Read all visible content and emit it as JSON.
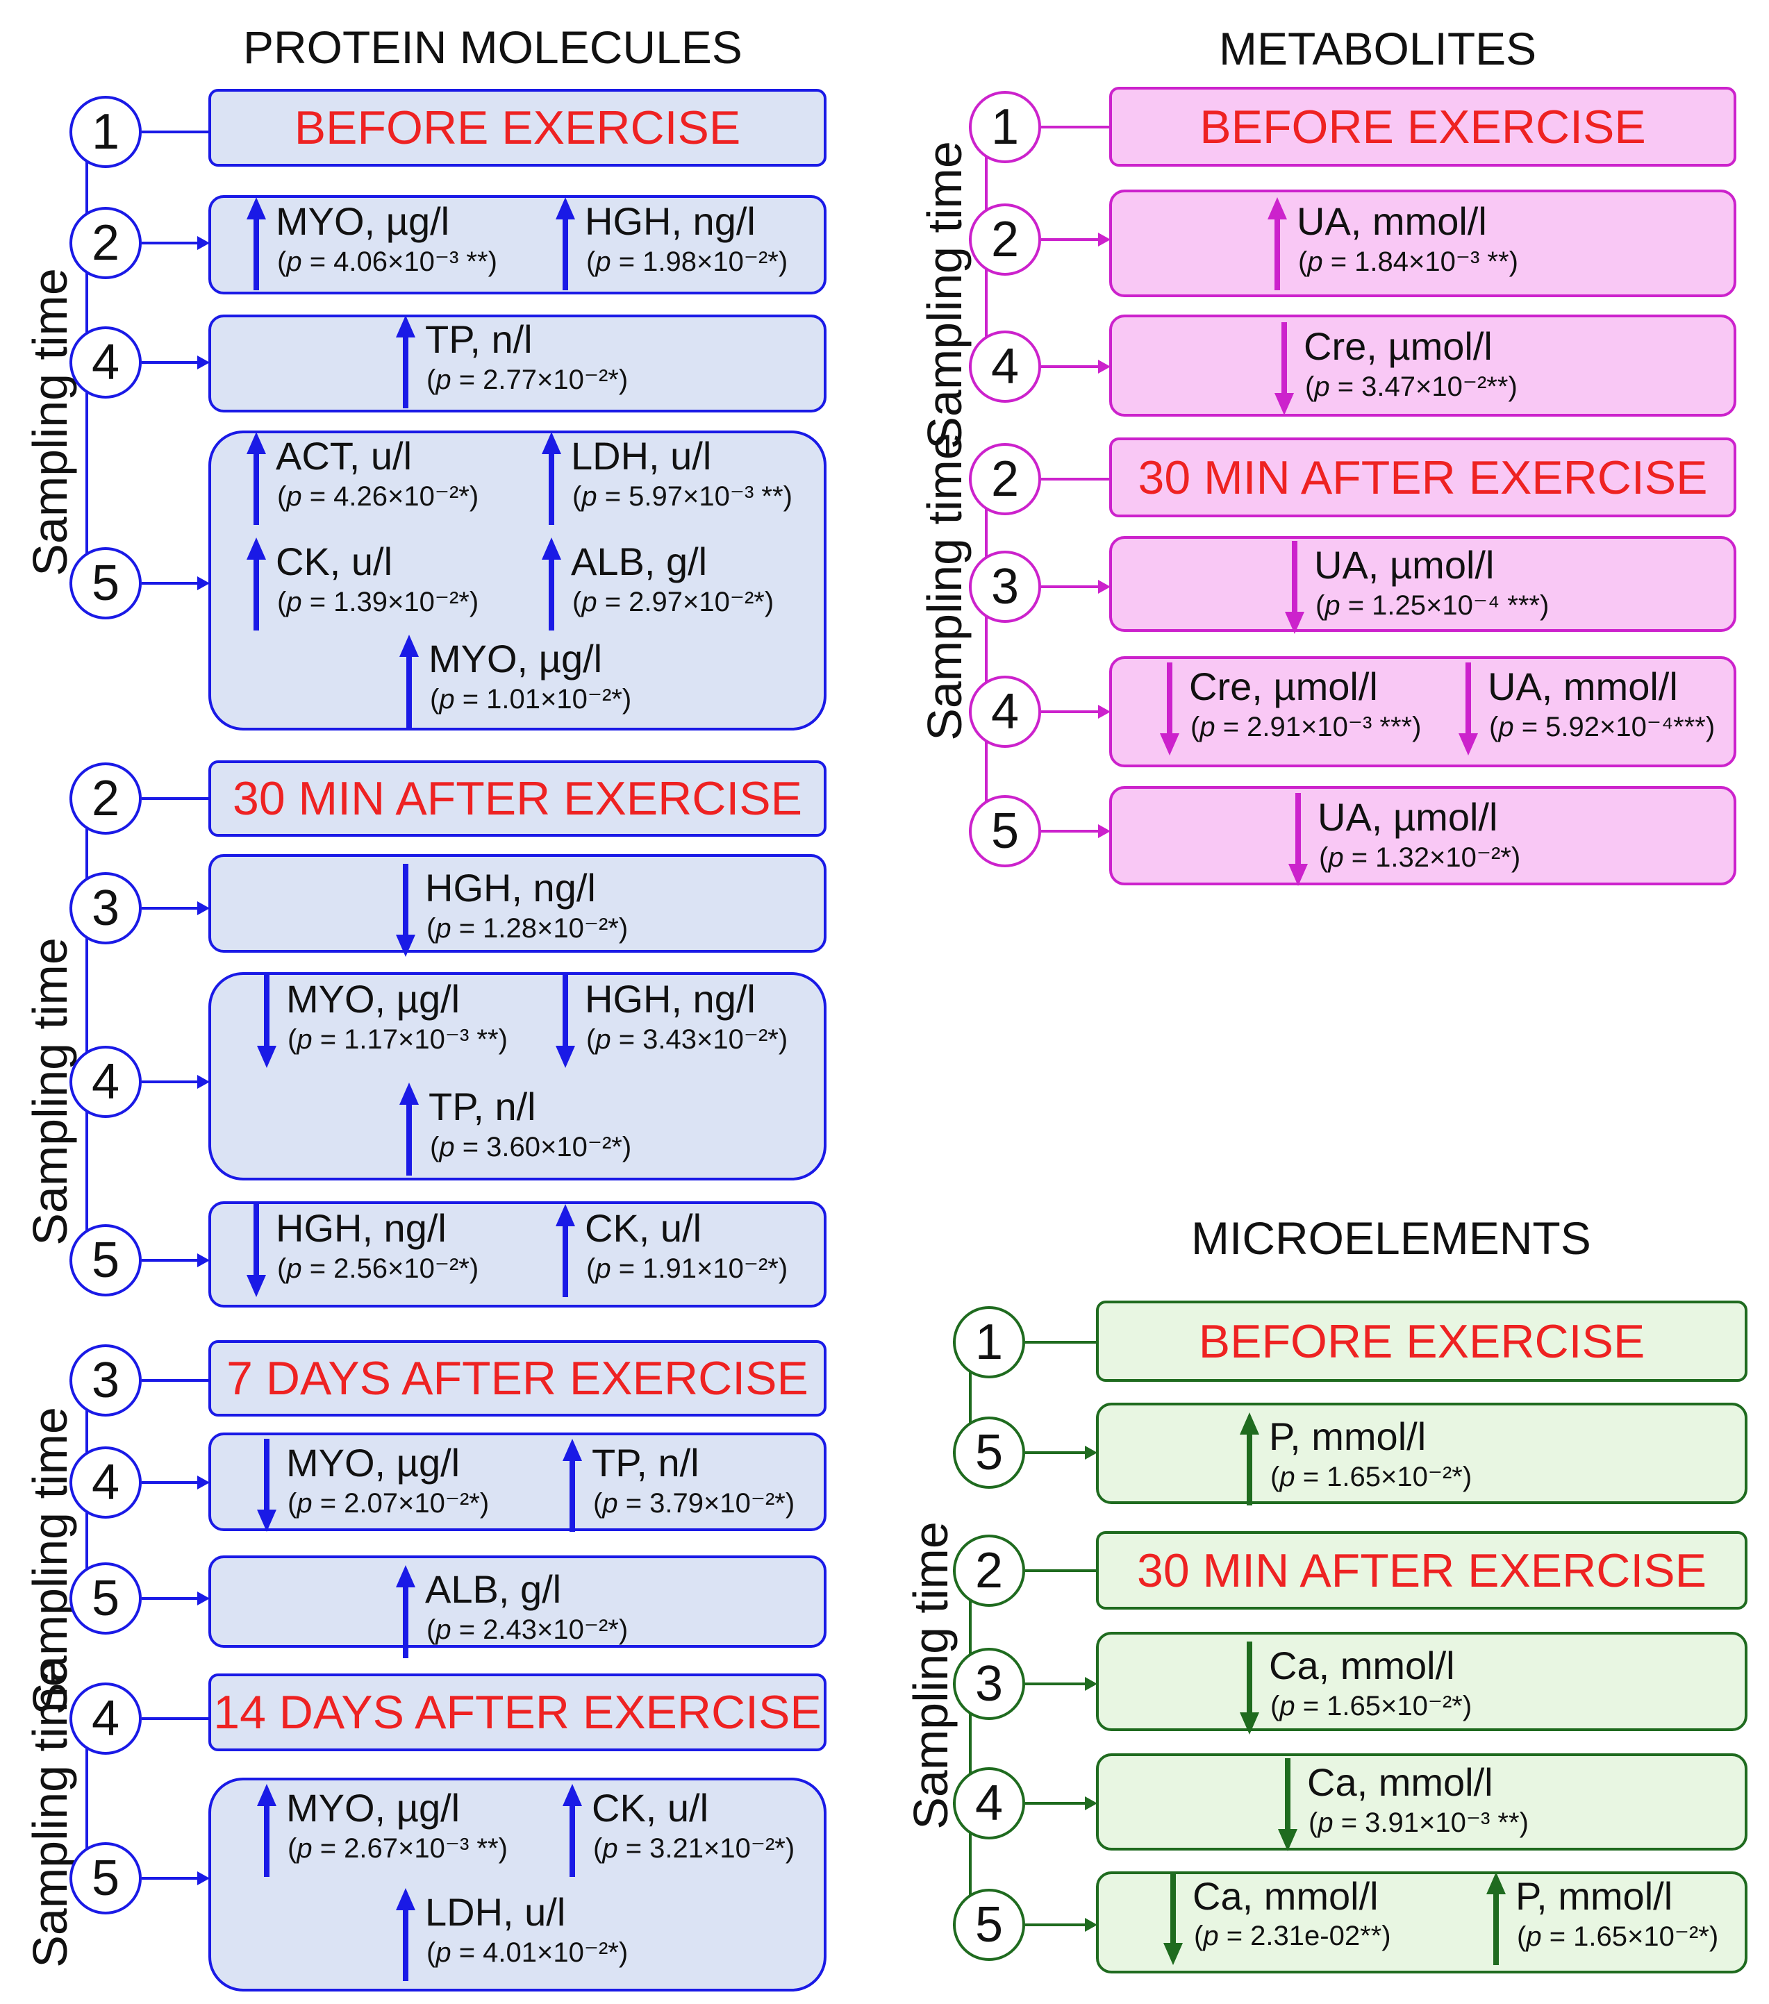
{
  "colors": {
    "protein": "#1a1ae6",
    "metabolites": "#cc22cc",
    "microelements": "#1f6b1f",
    "header_text": "#ee2222"
  },
  "sampling_label": "Sampling time",
  "panels": [
    {
      "title": "PROTEIN MOLECULES",
      "theme": "protein",
      "groups": [
        {
          "baseline": "1",
          "header": "BEFORE EXERCISE",
          "rows": [
            {
              "sample": "2",
              "items": [
                {
                  "dir": "up",
                  "name": "MYO, µg/l",
                  "p": "4.06×10⁻³ **"
                },
                {
                  "dir": "up",
                  "name": "HGH, ng/l",
                  "p": "1.98×10⁻²*"
                }
              ]
            },
            {
              "sample": "4",
              "items": [
                {
                  "dir": "up",
                  "name": "TP, n/l",
                  "p": "2.77×10⁻²*"
                }
              ]
            },
            {
              "sample": "5",
              "items": [
                {
                  "dir": "up",
                  "name": "ACT, u/l",
                  "p": "4.26×10⁻²*"
                },
                {
                  "dir": "up",
                  "name": "LDH, u/l",
                  "p": "5.97×10⁻³ **"
                },
                {
                  "dir": "up",
                  "name": "CK, u/l",
                  "p": "1.39×10⁻²*"
                },
                {
                  "dir": "up",
                  "name": "ALB, g/l",
                  "p": "2.97×10⁻²*"
                },
                {
                  "dir": "up",
                  "name": "MYO, µg/l",
                  "p": "1.01×10⁻²*"
                }
              ]
            }
          ]
        },
        {
          "baseline": "2",
          "header": "30 MIN AFTER EXERCISE",
          "rows": [
            {
              "sample": "3",
              "items": [
                {
                  "dir": "down",
                  "name": "HGH, ng/l",
                  "p": "1.28×10⁻²*"
                }
              ]
            },
            {
              "sample": "4",
              "items": [
                {
                  "dir": "down",
                  "name": "MYO, µg/l",
                  "p": "1.17×10⁻³ **"
                },
                {
                  "dir": "down",
                  "name": "HGH, ng/l",
                  "p": "3.43×10⁻²*"
                },
                {
                  "dir": "up",
                  "name": "TP, n/l",
                  "p": "3.60×10⁻²*"
                }
              ]
            },
            {
              "sample": "5",
              "items": [
                {
                  "dir": "down",
                  "name": "HGH, ng/l",
                  "p": "2.56×10⁻²*"
                },
                {
                  "dir": "up",
                  "name": "CK, u/l",
                  "p": "1.91×10⁻²*"
                }
              ]
            }
          ]
        },
        {
          "baseline": "3",
          "header": "7 DAYS AFTER EXERCISE",
          "rows": [
            {
              "sample": "4",
              "items": [
                {
                  "dir": "down",
                  "name": "MYO, µg/l",
                  "p": "2.07×10⁻²*"
                },
                {
                  "dir": "up",
                  "name": "TP, n/l",
                  "p": "3.79×10⁻²*"
                }
              ]
            },
            {
              "sample": "5",
              "items": [
                {
                  "dir": "up",
                  "name": "ALB, g/l",
                  "p": "2.43×10⁻²*"
                }
              ]
            }
          ]
        },
        {
          "baseline": "4",
          "header": "14 DAYS AFTER EXERCISE",
          "rows": [
            {
              "sample": "5",
              "items": [
                {
                  "dir": "up",
                  "name": "MYO, µg/l",
                  "p": "2.67×10⁻³ **"
                },
                {
                  "dir": "up",
                  "name": "CK, u/l",
                  "p": "3.21×10⁻²*"
                },
                {
                  "dir": "up",
                  "name": "LDH, u/l",
                  "p": "4.01×10⁻²*"
                }
              ]
            }
          ]
        }
      ]
    },
    {
      "title": "METABOLITES",
      "theme": "metabolites",
      "groups": [
        {
          "baseline": "1",
          "header": "BEFORE EXERCISE",
          "rows": [
            {
              "sample": "2",
              "items": [
                {
                  "dir": "up",
                  "name": "UA, mmol/l",
                  "p": "1.84×10⁻³ **"
                }
              ]
            },
            {
              "sample": "4",
              "items": [
                {
                  "dir": "down",
                  "name": "Cre, µmol/l",
                  "p": "3.47×10⁻²**"
                }
              ]
            }
          ]
        },
        {
          "baseline": "2",
          "header": "30 MIN AFTER EXERCISE",
          "rows": [
            {
              "sample": "3",
              "items": [
                {
                  "dir": "down",
                  "name": "UA, µmol/l",
                  "p": "1.25×10⁻⁴ ***"
                }
              ]
            },
            {
              "sample": "4",
              "items": [
                {
                  "dir": "down",
                  "name": "Cre, µmol/l",
                  "p": "2.91×10⁻³ ***"
                },
                {
                  "dir": "down",
                  "name": "UA, mmol/l",
                  "p": "5.92×10⁻⁴***"
                }
              ]
            },
            {
              "sample": "5",
              "items": [
                {
                  "dir": "down",
                  "name": "UA, µmol/l",
                  "p": "1.32×10⁻²*"
                }
              ]
            }
          ]
        }
      ]
    },
    {
      "title": "MICROELEMENTS",
      "theme": "microelements",
      "groups": [
        {
          "baseline": "1",
          "header": "BEFORE EXERCISE",
          "rows": [
            {
              "sample": "5",
              "items": [
                {
                  "dir": "up",
                  "name": "P, mmol/l",
                  "p": "1.65×10⁻²*"
                }
              ]
            }
          ]
        },
        {
          "baseline": "2",
          "header": "30 MIN AFTER EXERCISE",
          "rows": [
            {
              "sample": "3",
              "items": [
                {
                  "dir": "down",
                  "name": "Ca, mmol/l",
                  "p": "1.65×10⁻²*"
                }
              ]
            },
            {
              "sample": "4",
              "items": [
                {
                  "dir": "down",
                  "name": "Ca, mmol/l",
                  "p": "3.91×10⁻³ **"
                }
              ]
            },
            {
              "sample": "5",
              "items": [
                {
                  "dir": "down",
                  "name": "Ca, mmol/l",
                  "p": "2.31e-02**"
                },
                {
                  "dir": "up",
                  "name": "P, mmol/l",
                  "p": "1.65×10⁻²*"
                }
              ]
            }
          ]
        }
      ]
    }
  ]
}
